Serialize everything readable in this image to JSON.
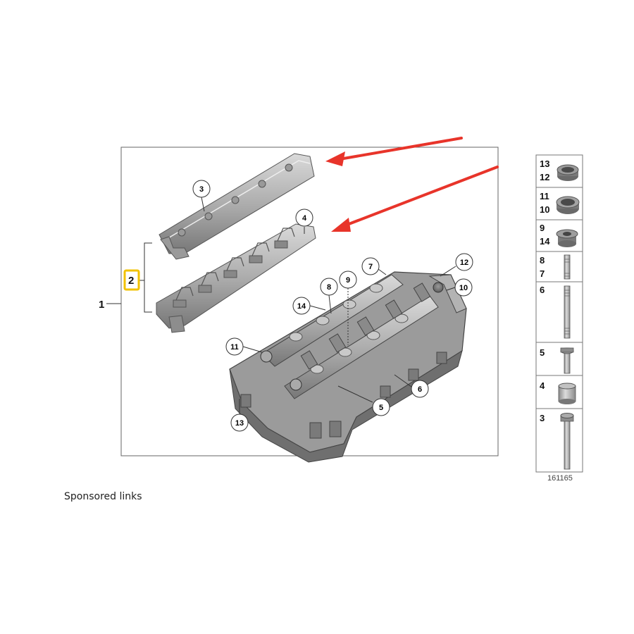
{
  "main_diagram": {
    "group_label": "1",
    "subgroup_label": "2",
    "callouts": [
      "3",
      "4",
      "7",
      "8",
      "9",
      "12",
      "10",
      "14",
      "11",
      "6",
      "5",
      "13"
    ]
  },
  "parts_legend": {
    "cells": [
      {
        "labels": [
          "13",
          "12"
        ],
        "icon": "seal-ring-icon"
      },
      {
        "labels": [
          "11",
          "10"
        ],
        "icon": "seal-ring-icon"
      },
      {
        "labels": [
          "9",
          "14"
        ],
        "icon": "bushing-icon"
      },
      {
        "labels": [
          "8",
          "7"
        ],
        "icon": "stud-icon"
      },
      {
        "labels": [
          "6"
        ],
        "icon": "long-stud-icon"
      },
      {
        "labels": [
          "5"
        ],
        "icon": "bolt-icon"
      },
      {
        "labels": [
          "4"
        ],
        "icon": "sleeve-icon"
      },
      {
        "labels": [
          "3"
        ],
        "icon": "long-bolt-icon"
      }
    ]
  },
  "diagram_id": "161165",
  "sponsored_text": "Sponsored links",
  "colors": {
    "frame": "#666666",
    "highlight": "#f2c200",
    "arrow": "#e8342a",
    "part_light": "#bcbcbc",
    "part_dark": "#7c7c7c"
  }
}
